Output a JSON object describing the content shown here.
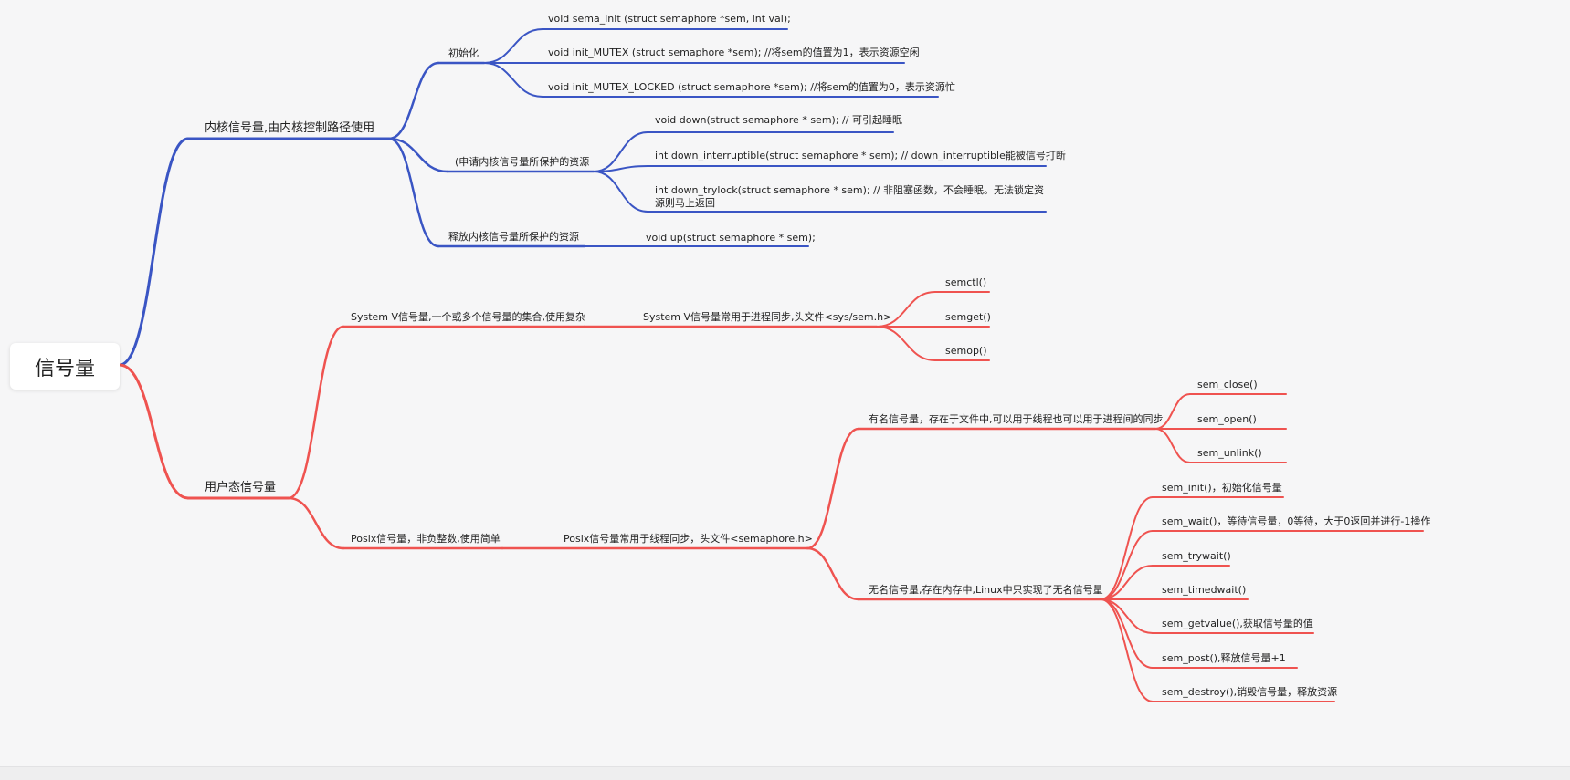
{
  "colors": {
    "blue": "#3a55c4",
    "red": "#ef5350"
  },
  "root": {
    "label": "信号量"
  },
  "branches": {
    "kernel": {
      "label": "内核信号量,由内核控制路径使用",
      "init": {
        "label": "初始化",
        "items": [
          "void sema_init (struct semaphore *sem, int val);",
          "void init_MUTEX (struct semaphore *sem); //将sem的值置为1，表示资源空闲",
          "void init_MUTEX_LOCKED (struct semaphore *sem); //将sem的值置为0，表示资源忙"
        ]
      },
      "acquire": {
        "label": "(申请内核信号量所保护的资源",
        "items": [
          "void down(struct semaphore * sem); // 可引起睡眠",
          "int down_interruptible(struct semaphore * sem); // down_interruptible能被信号打断",
          "int down_trylock(struct semaphore * sem); // 非阻塞函数，不会睡眠。无法锁定资源则马上返回"
        ]
      },
      "release": {
        "label": "释放内核信号量所保护的资源",
        "item": "void up(struct semaphore * sem);"
      }
    },
    "user": {
      "label": "用户态信号量",
      "sysv": {
        "label": "System V信号量,一个或多个信号量的集合,使用复杂",
        "child": {
          "label": "System V信号量常用于进程同步,头文件<sys/sem.h>",
          "items": [
            "semctl()",
            "semget()",
            "semop()"
          ]
        }
      },
      "posix": {
        "label": "Posix信号量，非负整数,使用简单",
        "child": {
          "label": "Posix信号量常用于线程同步，头文件<semaphore.h>",
          "named": {
            "label": "有名信号量，存在于文件中,可以用于线程也可以用于进程间的同步",
            "items": [
              "sem_close()",
              "sem_open()",
              "sem_unlink()"
            ]
          },
          "unnamed": {
            "label": "无名信号量,存在内存中,Linux中只实现了无名信号量",
            "items": [
              "sem_init()，初始化信号量",
              "sem_wait()，等待信号量，0等待，大于0返回并进行-1操作",
              "sem_trywait()",
              "sem_timedwait()",
              "sem_getvalue(),获取信号量的值",
              "sem_post(),释放信号量+1",
              "sem_destroy(),销毁信号量，释放资源"
            ]
          }
        }
      }
    }
  }
}
